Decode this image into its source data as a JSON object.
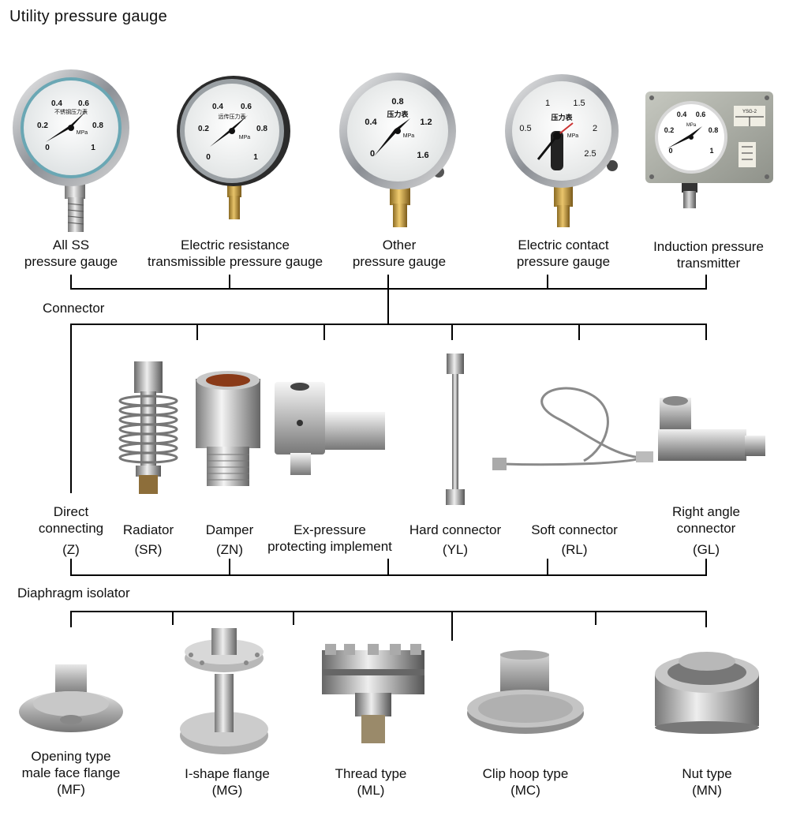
{
  "title": "Utility pressure gauge",
  "gauges": [
    {
      "line1": "All SS",
      "line2": "pressure gauge",
      "dial": [
        "0.4",
        "0.6",
        "0.2",
        "0.8",
        "0",
        "1"
      ],
      "caption": "不锈钢压力表",
      "unit": "MPa"
    },
    {
      "line1": "Electric resistance",
      "line2": "transmissible pressure gauge",
      "dial": [
        "0.4",
        "0.6",
        "0.2",
        "0.8",
        "0",
        "1"
      ],
      "caption": "远传压力表",
      "unit": "MPa"
    },
    {
      "line1": "Other",
      "line2": "pressure gauge",
      "dial": [
        "0.8",
        "0.4",
        "1.2",
        "0",
        "1.6"
      ],
      "caption": "压力表",
      "unit": "MPa"
    },
    {
      "line1": "Electric contact",
      "line2": "pressure gauge",
      "dial": [
        "1",
        "1.5",
        "0.5",
        "2",
        "2.5"
      ],
      "caption": "压力表",
      "unit": "MPa"
    },
    {
      "line1": "Induction pressure",
      "line2": "transmitter",
      "dial": [
        "0.4",
        "0.6",
        "0.2",
        "0.8",
        "0",
        "1"
      ],
      "caption": "YSG-2",
      "unit": "MPa"
    }
  ],
  "connector_heading": "Connector",
  "connectors": [
    {
      "line1": "Direct",
      "line2": "connecting",
      "code": "(Z)"
    },
    {
      "line1": "Radiator",
      "code": "(SR)"
    },
    {
      "line1": "Damper",
      "code": "(ZN)"
    },
    {
      "line1": "Ex-pressure",
      "line2": "protecting implement"
    },
    {
      "line1": "Hard connector",
      "code": "(YL)"
    },
    {
      "line1": "Soft connector",
      "code": "(RL)"
    },
    {
      "line1": "Right angle",
      "line2": "connector",
      "code": "(GL)"
    }
  ],
  "isolator_heading": "Diaphragm isolator",
  "isolators": [
    {
      "line1": "Opening type",
      "line2": "male face flange",
      "code": "(MF)"
    },
    {
      "line1": "I-shape flange",
      "code": "(MG)"
    },
    {
      "line1": "Thread type",
      "code": "(ML)"
    },
    {
      "line1": "Clip hoop type",
      "code": "(MC)"
    },
    {
      "line1": "Nut type",
      "code": "(MN)"
    }
  ],
  "colors": {
    "line": "#000000",
    "steel": "#b9bcc0",
    "brass": "#c9a24a",
    "box": "#a8aaa2"
  }
}
